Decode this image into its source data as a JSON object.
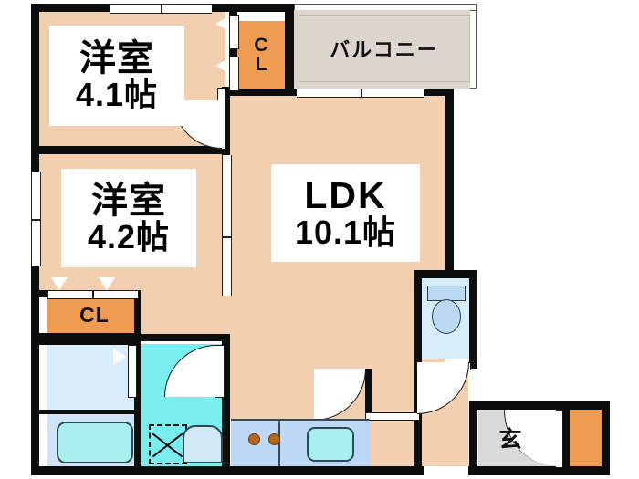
{
  "plan": {
    "type": "apartment-floor-plan",
    "layout_code": "2LDK",
    "unit_of_area": "帖",
    "background_color": "#ffffff",
    "wall_color": "#0d0d0d",
    "colors": {
      "tatami_floor": "#f2cfae",
      "ldk_floor": "#f2cfae",
      "closet": "#ef9c53",
      "balcony": "#dbd5cd",
      "genkan": "#d9d9d9",
      "bath_dry": "#d9ecfb",
      "tub_area": "#cfe4f7",
      "washroom": "#79eeee",
      "kitchen": "#bcd8f5",
      "toilet": "#d6ecfb",
      "burner": "#b5651d"
    }
  },
  "rooms": {
    "bedroom_top": {
      "name": "洋室",
      "area": "4.1帖",
      "floor": "tatami_floor"
    },
    "bedroom_bottom": {
      "name": "洋室",
      "area": "4.2帖",
      "floor": "tatami_floor"
    },
    "living": {
      "name": "LDK",
      "area": "10.1帖",
      "floor": "ldk_floor"
    },
    "balcony": {
      "name": "バルコニー",
      "area": "",
      "floor": "balcony"
    },
    "entrance": {
      "name": "玄",
      "area": "",
      "floor": "genkan"
    }
  },
  "closets": {
    "top_cl": {
      "label_line1": "C",
      "label_line2": "L",
      "full_label": "CL"
    },
    "mid_cl": {
      "label": "CL"
    },
    "shoe_box": {
      "label": ""
    }
  },
  "fixtures": {
    "bathtub": {
      "name": "bathtub"
    },
    "washing_machine": {
      "name": "washing-machine-space"
    },
    "washbasin": {
      "name": "washbasin"
    },
    "kitchen_sink": {
      "name": "kitchen-sink"
    },
    "stove": {
      "name": "stove",
      "burner_count": 2
    },
    "toilet": {
      "name": "toilet"
    }
  },
  "openings": {
    "window_top": {
      "name": "window"
    },
    "window_left_upper": {
      "name": "window"
    },
    "window_left_lower": {
      "name": "window"
    },
    "window_balcony": {
      "name": "balcony-sliding-door"
    },
    "window_ldk_left": {
      "name": "window"
    },
    "door_bedroom_top": {
      "name": "hinged-door"
    },
    "door_bedroom_bottom": {
      "name": "hinged-door"
    },
    "door_washroom": {
      "name": "hinged-door"
    },
    "door_ldk_hall": {
      "name": "hinged-door"
    },
    "door_toilet": {
      "name": "hinged-door"
    },
    "door_entrance": {
      "name": "entrance-door"
    }
  }
}
